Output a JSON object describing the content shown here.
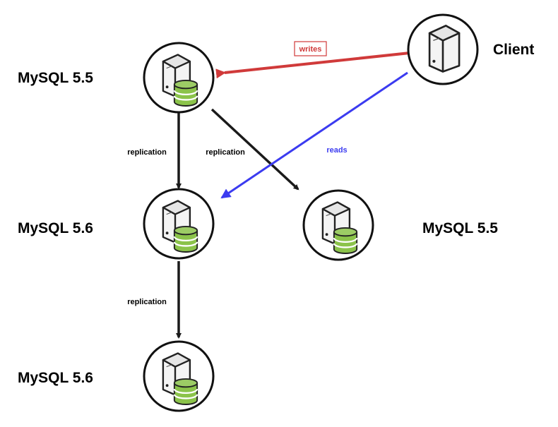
{
  "nodes": {
    "mysql_top": {
      "label": "MySQL 5.5"
    },
    "mysql_mid_left": {
      "label": "MySQL 5.6"
    },
    "mysql_mid_right": {
      "label": "MySQL 5.5"
    },
    "mysql_bottom": {
      "label": "MySQL 5.6"
    },
    "client": {
      "label": "Client"
    }
  },
  "edges": {
    "writes": {
      "label": "writes",
      "color": "#d03a3a"
    },
    "reads": {
      "label": "reads",
      "color": "#3b3bf0"
    },
    "replication_left_top": {
      "label": "replication"
    },
    "replication_diag": {
      "label": "replication"
    },
    "replication_left_bottom": {
      "label": "replication"
    }
  },
  "colors": {
    "database_green": "#8bc34a",
    "arrow_black": "#1a1a1a"
  },
  "icons": {
    "server": "server-icon",
    "database": "database-icon"
  }
}
